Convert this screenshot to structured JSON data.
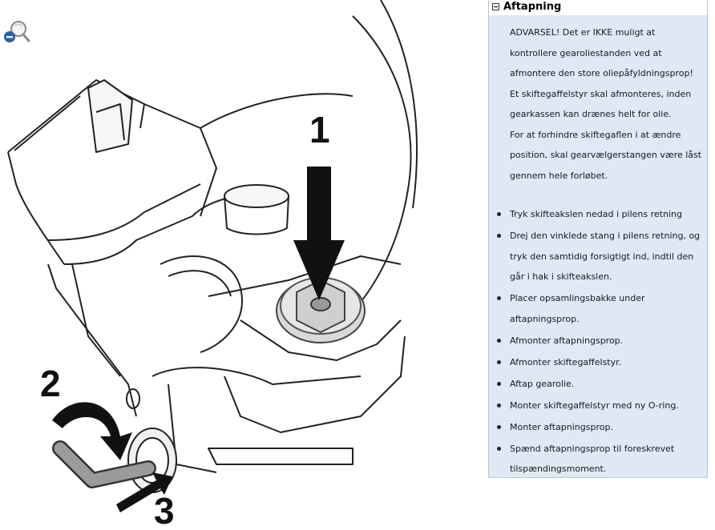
{
  "toolbar": {
    "zoom_icon": "zoom-out-magnifier-icon"
  },
  "figure": {
    "callouts": [
      "1",
      "2",
      "3"
    ]
  },
  "panel": {
    "title": "Aftapning",
    "collapse_icon": "minus-square-icon",
    "warning_lines": [
      "ADVARSEL! Det er IKKE muligt at",
      "kontrollere gearoliestanden ved at",
      "afmontere den store oliepåfyldningsprop!",
      "Et skiftegaffelstyr skal afmonteres, inden",
      "gearkassen kan drænes helt for olie.",
      "For at forhindre skiftegaflen i at ændre",
      "position, skal gearvælgerstangen være låst",
      "gennem hele forløbet."
    ],
    "steps": [
      "Tryk skifteakslen nedad i pilens retning",
      "Drej den vinklede stang i pilens retning, og tryk den samtidig forsigtigt ind, indtil den går i hak i skifteakslen.",
      "Placer opsamlingsbakke under aftapningsprop.",
      "Afmonter aftapningsprop.",
      "Afmonter skiftegaffelstyr.",
      "Aftap gearolie.",
      "Monter skiftegaffelstyr med ny O-ring.",
      "Monter aftapningsprop.",
      "Spænd aftapningsprop til foreskrevet tilspændingsmoment."
    ]
  }
}
